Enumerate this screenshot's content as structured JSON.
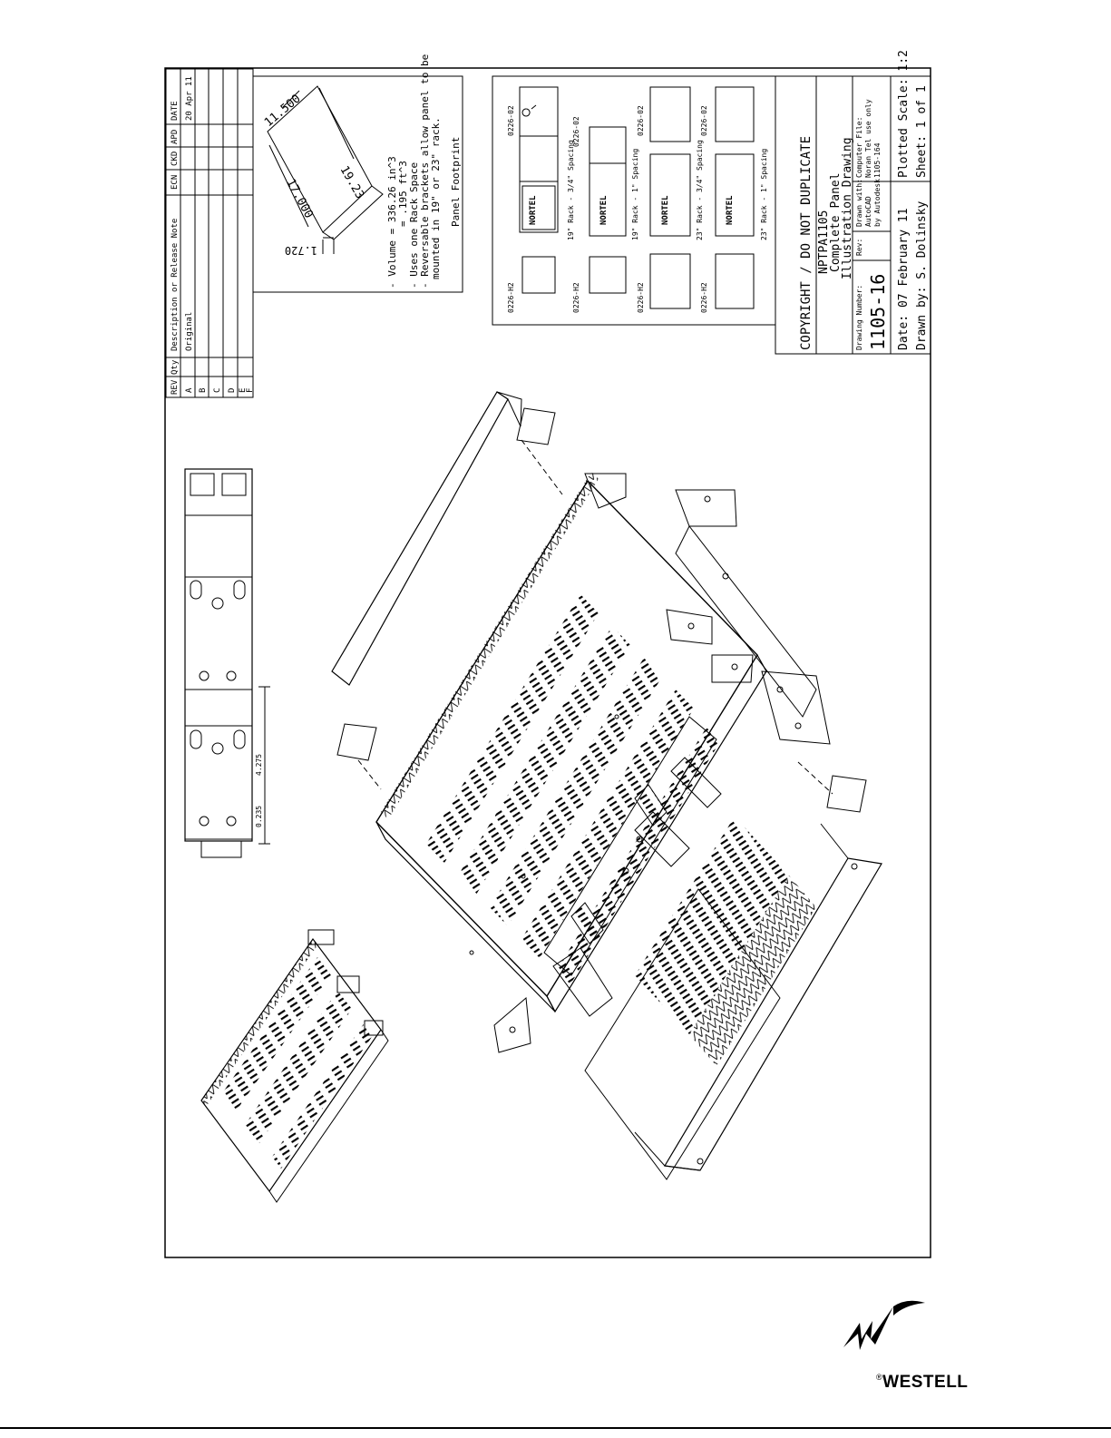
{
  "revision_table": {
    "headers": [
      "REV",
      "Qty",
      "Description or Release Note",
      "ECN",
      "CKD",
      "APD",
      "DATE"
    ],
    "rows": [
      [
        "A",
        "",
        "Original",
        "",
        "",
        "",
        "20 Apr 11"
      ],
      [
        "B",
        "",
        "",
        "",
        "",
        "",
        ""
      ],
      [
        "C",
        "",
        "",
        "",
        "",
        "",
        ""
      ],
      [
        "D",
        "",
        "",
        "",
        "",
        "",
        ""
      ],
      [
        "E",
        "",
        "",
        "",
        "",
        "",
        ""
      ],
      [
        "F",
        "",
        "",
        "",
        "",
        "",
        ""
      ]
    ]
  },
  "footprint": {
    "dimensions": [
      "11.500",
      "19.23",
      "17.000",
      "1.720"
    ],
    "notes": [
      "- Volume = 336.26 in^3",
      "= .195 ft^3",
      "- Uses one Rack Space",
      "- Reversable brackets allow panel to be",
      "mounted in 19\" or 23\" rack."
    ],
    "caption": "Panel Footprint"
  },
  "side_view": {
    "dim_large": "4.275",
    "dim_small": "0.235"
  },
  "brackets": {
    "part_number": "0226-02",
    "part_number_alt": "0226-H2",
    "panel_label": "NORTEL",
    "configs": [
      "19\" Rack - 3/4\" Spacing",
      "19\" Rack - 1\" Spacing",
      "23\" Rack - 3/4\" Spacing",
      "23\" Rack - 1\" Spacing"
    ]
  },
  "title_block": {
    "copyright": "COPYRIGHT / DO NOT DUPLICATE",
    "part_name": "NPTPA1105",
    "description_1": "Complete Panel",
    "description_2": "Illustration Drawing",
    "drawing_number_label": "Drawing Number:",
    "drawing_number": "1105-16",
    "rev_label": "Rev:",
    "drawn_with_label": "Drawn with:",
    "drawn_with_1": "AutoCAD",
    "drawn_with_2": "by Autodesk",
    "computer_file_label": "Computer File:",
    "computer_file_1": "Noran Tel use only",
    "computer_file_2": "1105-164",
    "date": "Date: 07 February 11",
    "drawn_by": "Drawn by: S. Dolinsky",
    "plotted_scale": "Plotted Scale: 1:2",
    "sheet": "Sheet: 1 of 1"
  },
  "logo": {
    "wordmark": "WESTELL",
    "mark": "®"
  }
}
